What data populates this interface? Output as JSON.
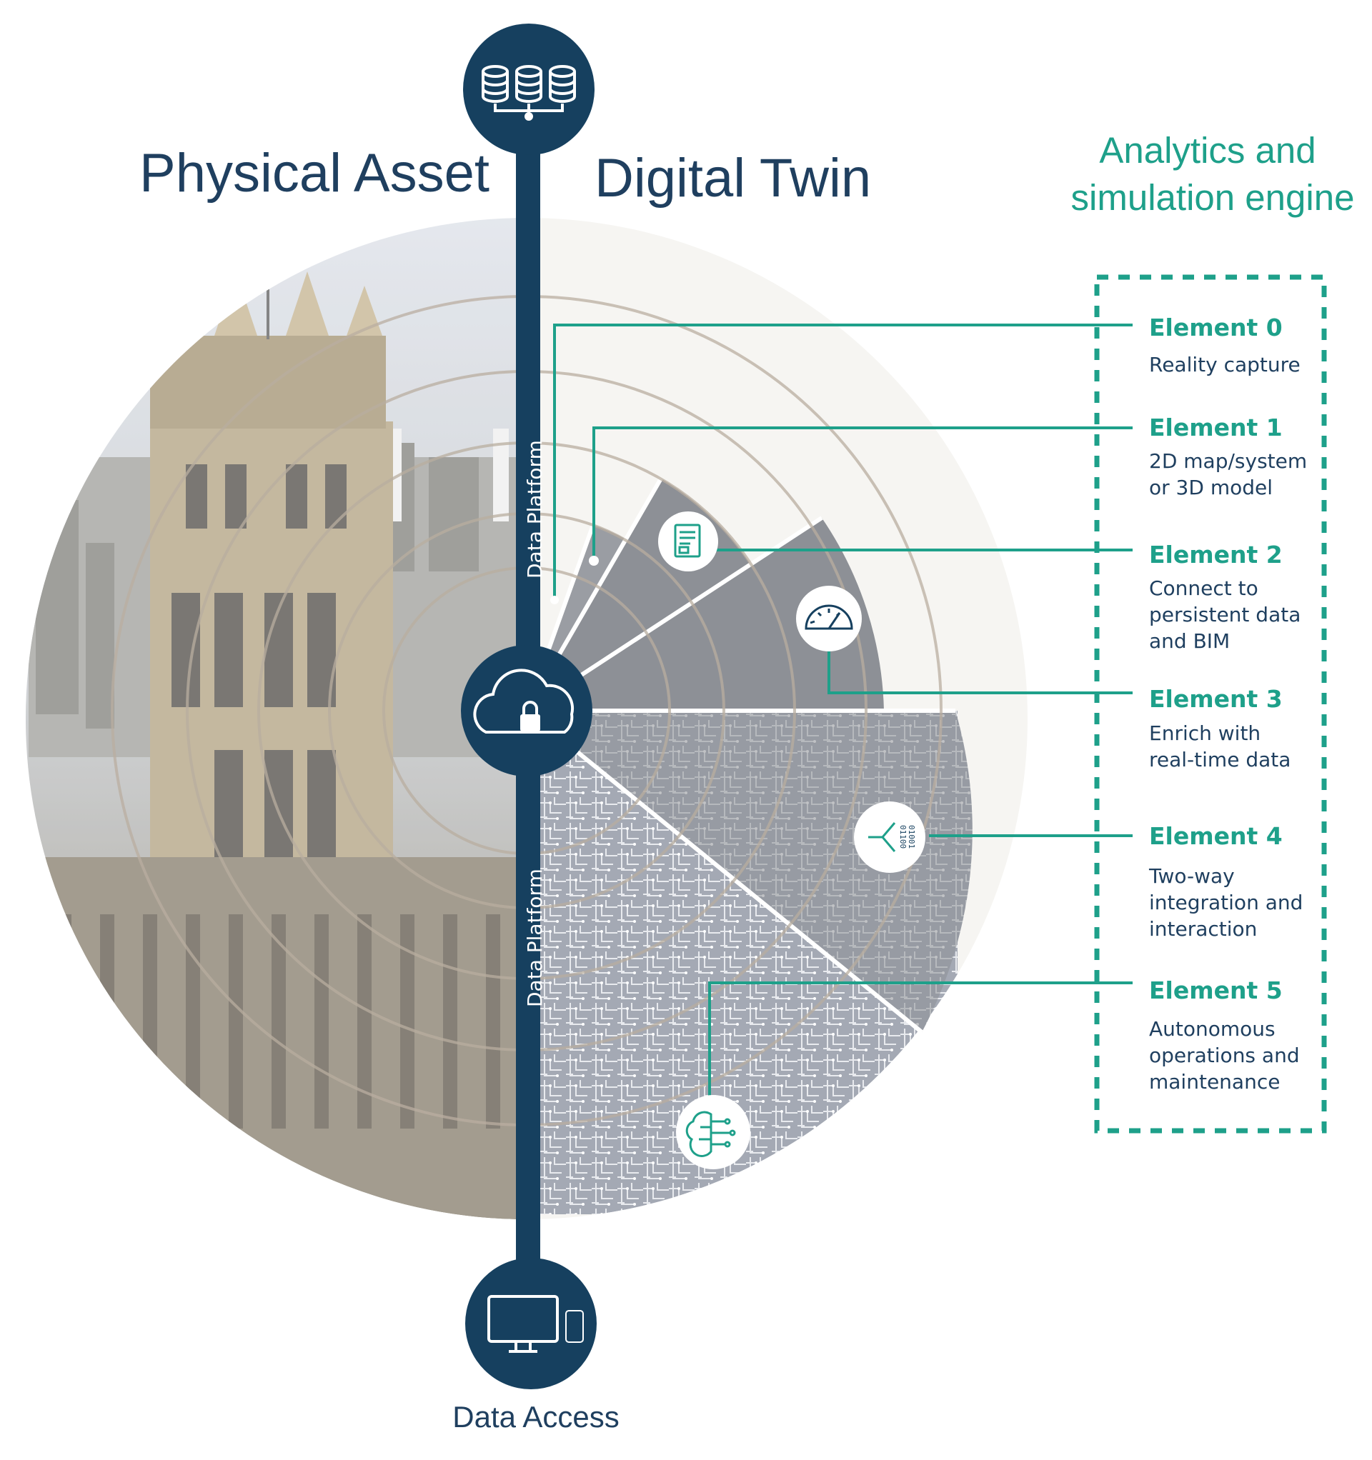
{
  "headings": {
    "physical_asset": "Physical Asset",
    "digital_twin": "Digital Twin",
    "analytics_line1": "Analytics and",
    "analytics_line2": "simulation engine"
  },
  "axis": {
    "data_platform_upper": "Data Platform",
    "data_platform_lower": "Data Platform",
    "data_access": "Data Access"
  },
  "elements": [
    {
      "title": "Element 0",
      "desc": [
        "Reality capture"
      ]
    },
    {
      "title": "Element 1",
      "desc": [
        "2D map/system",
        "or 3D model"
      ]
    },
    {
      "title": "Element 2",
      "desc": [
        "Connect to",
        "persistent data",
        "and BIM"
      ]
    },
    {
      "title": "Element 3",
      "desc": [
        "Enrich with",
        "real-time data"
      ]
    },
    {
      "title": "Element 4",
      "desc": [
        "Two-way",
        "integration and",
        "interaction"
      ]
    },
    {
      "title": "Element 5",
      "desc": [
        "Autonomous",
        "operations and",
        "maintenance"
      ]
    }
  ],
  "binary_label": [
    "01001",
    "01100"
  ],
  "icons": {
    "top": "database-icon",
    "center": "cloud-lock-icon",
    "bottom": "devices-icon",
    "element2": "document-icon",
    "element3": "gauge-icon",
    "element4": "binary-split-icon",
    "element5": "brain-circuit-icon"
  },
  "colors": {
    "navy": "#16405f",
    "teal": "#1ea08a",
    "gray_wedge": "#8d9096",
    "ring": "#b9aea0"
  }
}
